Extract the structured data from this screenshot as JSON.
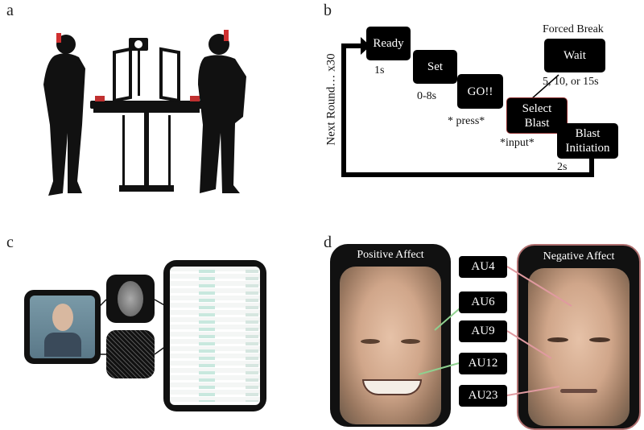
{
  "panels": {
    "a": "a",
    "b": "b",
    "c": "c",
    "d": "d"
  },
  "flow": {
    "ready": "Ready",
    "ready_time": "1s",
    "set": "Set",
    "set_time": "0-8s",
    "go": "GO!!",
    "go_note": "* press*",
    "select_line1": "Select",
    "select_line2": "Blast",
    "select_note": "*input*",
    "blast_line1": "Blast",
    "blast_line2": "Initiation",
    "blast_time": "2s",
    "forced_break": "Forced Break",
    "wait": "Wait",
    "wait_time": "5, 10, or 15s",
    "loop_label": "Next Round… x30"
  },
  "affect": {
    "positive": "Positive Affect",
    "negative": "Negative Affect",
    "action_units": [
      "AU4",
      "AU6",
      "AU9",
      "AU12",
      "AU23"
    ]
  },
  "colors": {
    "negative_border": "#b07070",
    "arrow_green": "#8fd08f",
    "arrow_red": "#e09aa0"
  }
}
